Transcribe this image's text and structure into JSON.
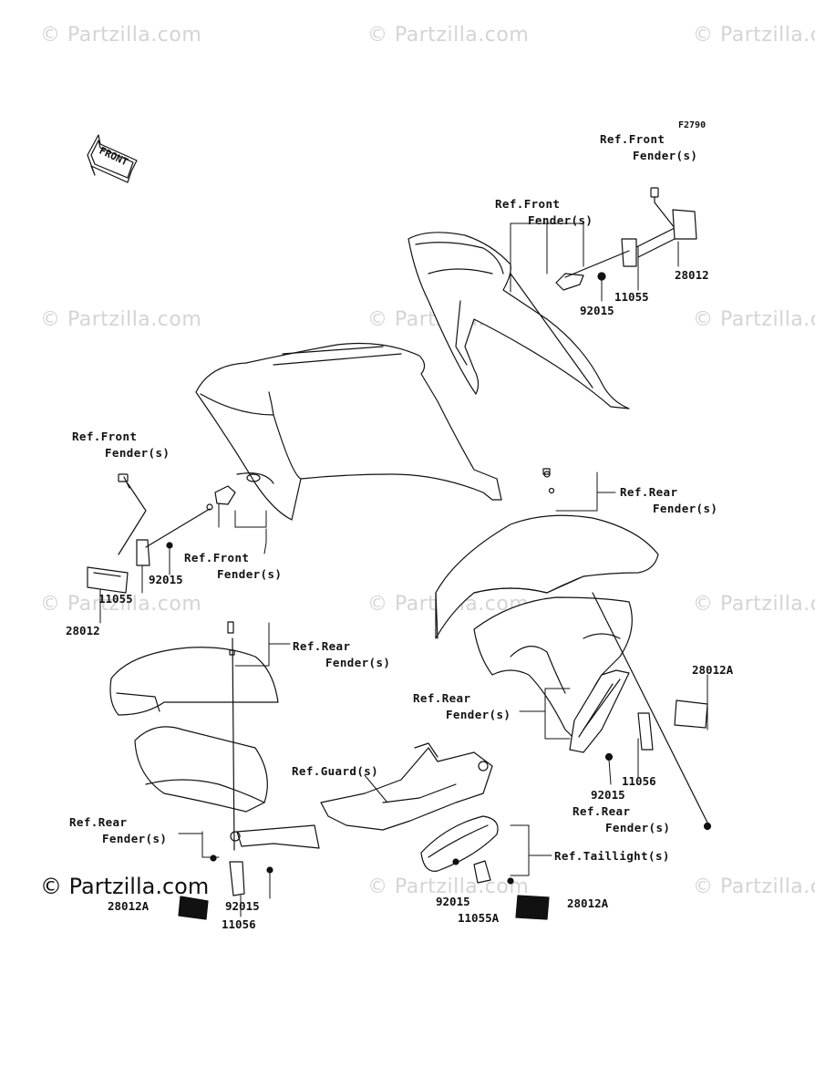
{
  "watermark": "© Partzilla.com",
  "diagram_code": "F2790",
  "front_arrow": "FRONT",
  "labels": {
    "ref_front_fender_1": [
      "Ref.Front",
      "Fender(s)"
    ],
    "ref_front_fender_2": [
      "Ref.Front",
      "Fender(s)"
    ],
    "ref_front_fender_3": [
      "Ref.Front",
      "Fender(s)"
    ],
    "ref_front_fender_4": [
      "Ref.Front",
      "Fender(s)"
    ],
    "ref_rear_fender_1": [
      "Ref.Rear",
      "Fender(s)"
    ],
    "ref_rear_fender_2": [
      "Ref.Rear",
      "Fender(s)"
    ],
    "ref_rear_fender_3": [
      "Ref.Rear",
      "Fender(s)"
    ],
    "ref_rear_fender_4": [
      "Ref.Rear",
      "Fender(s)"
    ],
    "ref_rear_fender_5": [
      "Ref.Rear",
      "Fender(s)"
    ],
    "ref_guard": "Ref.Guard(s)",
    "ref_taillight": "Ref.Taillight(s)"
  },
  "parts": {
    "p28012_a": "28012",
    "p11055_a": "11055",
    "p92015_a": "92015",
    "p28012_b": "28012",
    "p11055_b": "11055",
    "p92015_b": "92015",
    "p28012A_a": "28012A",
    "p92015_c": "92015",
    "p11056_a": "11056",
    "p28012A_b": "28012A",
    "p92015_d": "92015",
    "p11056_b": "11056",
    "p92015_e": "92015",
    "p11055A": "11055A",
    "p28012A_c": "28012A"
  }
}
